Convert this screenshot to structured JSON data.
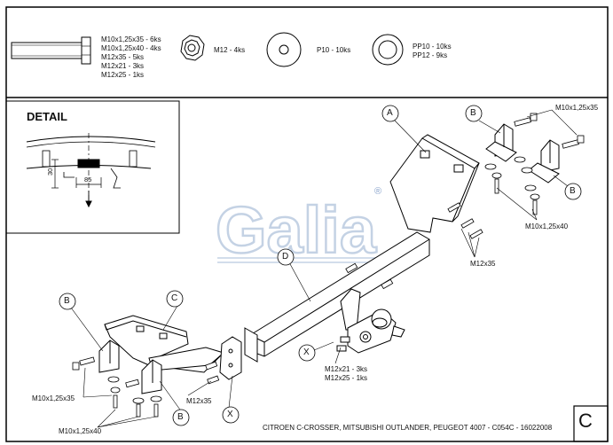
{
  "parts_header": {
    "bolt_specs": [
      "M10x1,25x35 - 6ks",
      "M10x1,25x40 - 4ks",
      "M12x35 - 5ks",
      "M12x21 - 3ks",
      "M12x25 - 1ks"
    ],
    "nut_spec": "M12 - 4ks",
    "washer_spec": "P10 - 10ks",
    "spring_washer_specs": [
      "PP10 - 10ks",
      "PP12 - 9ks"
    ]
  },
  "detail": {
    "title": "DETAIL",
    "dim_height": "30",
    "dim_width": "85"
  },
  "logo": {
    "text": "Galia",
    "mark": "®"
  },
  "callouts": {
    "A": "A",
    "B": "B",
    "C": "C",
    "D": "D",
    "X": "X"
  },
  "labels": {
    "top_right_bolt": "M10x1,25x35",
    "right_bolt": "M10x1,25x40",
    "right_m12": "M12x35",
    "center_m12x21": "M12x21 - 3ks",
    "center_m12x25": "M12x25 - 1ks",
    "left_bolt35": "M10x1,25x35",
    "left_m12": "M12x35",
    "left_bolt40": "M10x1,25x40"
  },
  "footer": "CITROEN C-CROSSER, MITSUBISHI OUTLANDER, PEUGEOT 4007 - C054C - 16022008",
  "sheet_letter": "C"
}
